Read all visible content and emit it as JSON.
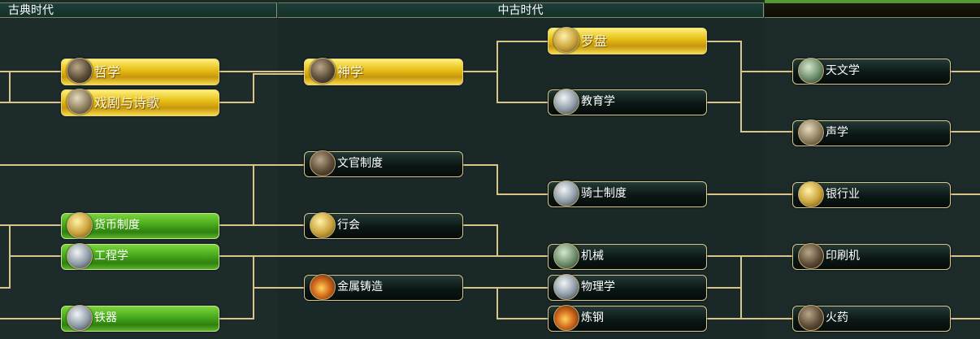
{
  "eras": {
    "classical": "古典时代",
    "medieval": "中古时代",
    "renaissance": ""
  },
  "status_colors": {
    "researched": "#e9c21a",
    "available": "#46a81c",
    "locked": "#0b1715",
    "link": "#d9c48a"
  },
  "techs": [
    {
      "id": "philosophy",
      "label": "哲学",
      "status": "researched",
      "icon": "philosopher-icon"
    },
    {
      "id": "drama",
      "label": "戏剧与诗歌",
      "status": "researched",
      "icon": "masks-icon"
    },
    {
      "id": "currency",
      "label": "货币制度",
      "status": "available",
      "icon": "coin-icon"
    },
    {
      "id": "engineering",
      "label": "工程学",
      "status": "available",
      "icon": "pillar-icon"
    },
    {
      "id": "iron-working",
      "label": "铁器",
      "status": "available",
      "icon": "axe-icon"
    },
    {
      "id": "theology",
      "label": "神学",
      "status": "researched",
      "icon": "monk-icon"
    },
    {
      "id": "civil-service",
      "label": "文官制度",
      "status": "locked",
      "icon": "scroll-icon"
    },
    {
      "id": "guilds",
      "label": "行会",
      "status": "locked",
      "icon": "hammer-icon"
    },
    {
      "id": "metal-casting",
      "label": "金属铸造",
      "status": "locked",
      "icon": "furnace-icon"
    },
    {
      "id": "compass",
      "label": "罗盘",
      "status": "researched",
      "icon": "compass-icon"
    },
    {
      "id": "education",
      "label": "教育学",
      "status": "locked",
      "icon": "scholar-icon"
    },
    {
      "id": "chivalry",
      "label": "骑士制度",
      "status": "locked",
      "icon": "knight-icon"
    },
    {
      "id": "machinery",
      "label": "机械",
      "status": "locked",
      "icon": "crossbow-icon"
    },
    {
      "id": "physics",
      "label": "物理学",
      "status": "locked",
      "icon": "pulley-icon"
    },
    {
      "id": "steel",
      "label": "炼钢",
      "status": "locked",
      "icon": "forge-icon"
    },
    {
      "id": "astronomy",
      "label": "天文学",
      "status": "locked",
      "icon": "astronomer-icon"
    },
    {
      "id": "acoustics",
      "label": "声学",
      "status": "locked",
      "icon": "organ-icon"
    },
    {
      "id": "banking",
      "label": "银行业",
      "status": "locked",
      "icon": "coins-icon"
    },
    {
      "id": "printing-press",
      "label": "印刷机",
      "status": "locked",
      "icon": "press-icon"
    },
    {
      "id": "gunpowder",
      "label": "火药",
      "status": "locked",
      "icon": "cannon-icon"
    }
  ]
}
